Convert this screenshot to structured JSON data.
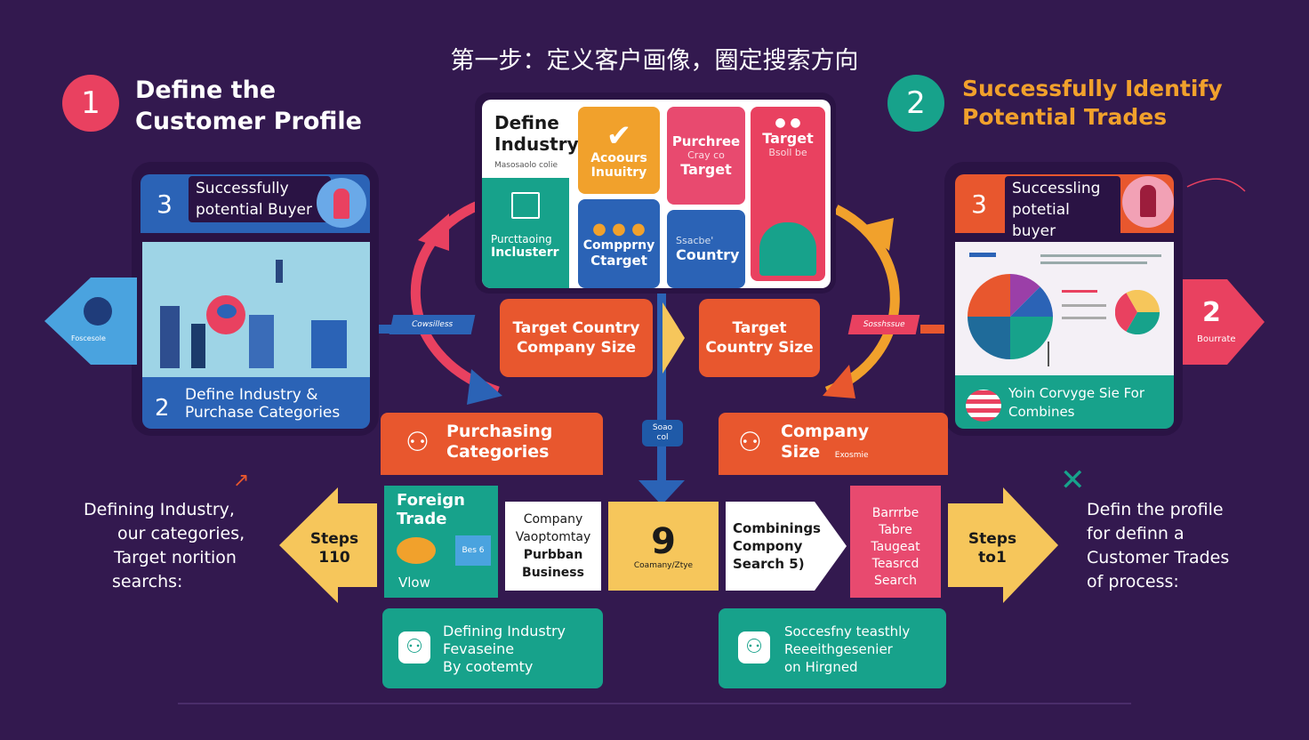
{
  "page": {
    "title": "第一步：定义客户画像，圈定搜索方向"
  },
  "header": {
    "step1_num": "1",
    "step1_line1": "Define the",
    "step1_line2": "Customer Profile",
    "step2_num": "2",
    "step2_line1": "Successfully Identify",
    "step2_line2": "Potential Trades"
  },
  "left_panel": {
    "badge_num": "3",
    "header_line1": "Successfully",
    "header_line2": "potential Buyer",
    "footer_num": "2",
    "footer_line1": "Define Industry &",
    "footer_line2": "Purchase Categories",
    "side_arrow_label": "Foscesole",
    "connector_tag": "Cowsilless"
  },
  "right_panel": {
    "badge_num": "3",
    "header_line1": "Successling",
    "header_line2": "potetial buyer",
    "footer_line1": "Yoin Corvyge Sie For",
    "footer_line2": "Combines",
    "side_arrow_num": "2",
    "side_arrow_label": "Bourrate",
    "connector_tag": "Sosshssue"
  },
  "center_card": {
    "define_line1": "Define",
    "define_line2": "Industry",
    "define_sub": "Masosaolo colie",
    "accounts_line1": "Acoours",
    "accounts_line2": "Inuuitry",
    "purchase_line1": "Purchree",
    "purchase_sub": "Cray   co",
    "purchase_line2": "Target",
    "target_line1": "Target",
    "target_sub": "Bsoll be",
    "purchasing_line1": "Purcttaoing",
    "purchasing_line2": "Inclusterr",
    "company_line1": "Compprny",
    "company_line2": "Ctarget",
    "country_sub": "Ssacbe'",
    "country_line": "Country"
  },
  "mid_boxes": {
    "tcs_line1": "Target Country",
    "tcs_line2": "Company Size",
    "tcsize_line1": "Target",
    "tcsize_line2": "Country Size",
    "vertical_tag_line1": "Soao",
    "vertical_tag_line2": "col"
  },
  "headers_row": {
    "purchasing_line1": "Purchasing",
    "purchasing_line2": "Categories",
    "company_line1": "Company",
    "company_line2": "Size",
    "company_sub": "Exosmie"
  },
  "steps_row": {
    "left_arrow_line1": "Steps",
    "left_arrow_line2": "110",
    "foreign_line1": "Foreign",
    "foreign_line2": "Trade",
    "foreign_sub": "Vlow",
    "foreign_tag": "Bes 6",
    "company_line1": "Company",
    "company_line2": "Vaoptomtay",
    "company_line3": "Purbban",
    "company_line4": "Business",
    "nine_num": "9",
    "nine_sub": "Coamany/Ztye",
    "combining_line1": "Combinings",
    "combining_line2": "Compony",
    "combining_line3": "Search 5)",
    "search_line1": "Barrrbe",
    "search_line2": "Tabre",
    "search_line3": "Taugeat",
    "search_line4": "Teasrcd",
    "search_line5": "Search",
    "right_arrow_line1": "Steps",
    "right_arrow_line2": "to1"
  },
  "bottom_row": {
    "left_line1": "Defining Industry",
    "left_line2": "Fevaseine",
    "left_line3": "By cootemty",
    "right_line1": "Soccesfny teasthly",
    "right_line2": "Reeeithgesenier",
    "right_line3": "on Hirgned"
  },
  "notes": {
    "left_line1": "Defining Industry,",
    "left_line2": "our categories,",
    "left_line3": "Target norition",
    "left_line4": "searchs:",
    "right_line1": "Defin the profile",
    "right_line2": "for  definn a",
    "right_line3": "Customer Trades",
    "right_line4": "of process:"
  },
  "colors": {
    "background": "#33194f",
    "red": "#e94160",
    "teal": "#17a28b",
    "orange": "#e8572e",
    "yellow": "#f6c65b",
    "blue": "#2b63b6",
    "pink": "#e84a6f",
    "gold": "#f1a12c"
  },
  "icons": [
    "check-icon",
    "house-icon",
    "pie-chart-icon",
    "person-icon",
    "handshake-icon",
    "x-mark-icon"
  ]
}
